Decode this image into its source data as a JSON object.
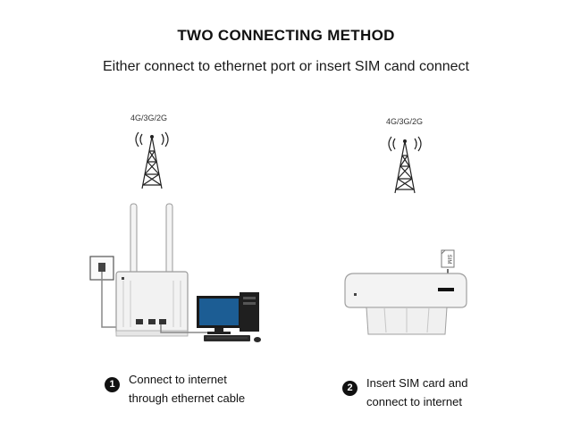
{
  "header": {
    "title": "TWO CONNECTING METHOD",
    "subtitle": "Either connect to ethernet port or insert SIM cand connect"
  },
  "left": {
    "network_label": "4G/3G/2G",
    "step_number": "1",
    "step_lines": [
      "Connect to internet",
      "through ethernet cable"
    ]
  },
  "right": {
    "network_label": "4G/3G/2G",
    "sim_label": "SIM",
    "step_number": "2",
    "step_lines": [
      "Insert SIM card and",
      "connect to internet"
    ]
  },
  "colors": {
    "device_white": "#f2f2f2",
    "outline": "#9a9a9a",
    "screen": "#1c5d94"
  }
}
